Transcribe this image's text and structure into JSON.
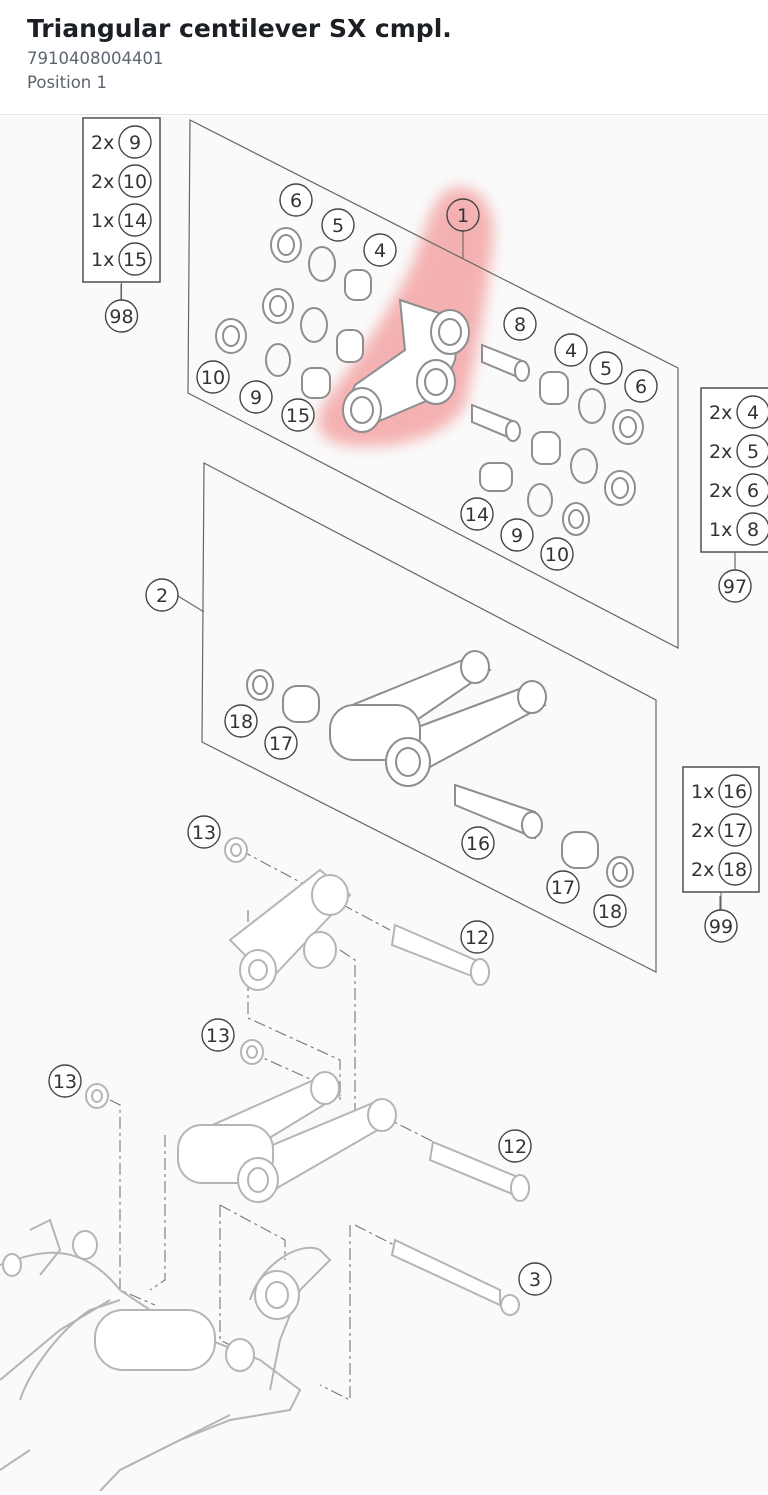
{
  "header": {
    "title": "Triangular centilever SX cmpl.",
    "part_number": "7910408004401",
    "position": "Position 1"
  },
  "diagram": {
    "highlight_color": "#f28b8b",
    "line_color": "#555555",
    "part_color": "#9a9a9a",
    "callouts": [
      {
        "id": "c1",
        "label": "1",
        "highlighted": true
      },
      {
        "id": "c6a",
        "label": "6"
      },
      {
        "id": "c5a",
        "label": "5"
      },
      {
        "id": "c4a",
        "label": "4"
      },
      {
        "id": "c10a",
        "label": "10"
      },
      {
        "id": "c9a",
        "label": "9"
      },
      {
        "id": "c15a",
        "label": "15"
      },
      {
        "id": "c8a",
        "label": "8"
      },
      {
        "id": "c4b",
        "label": "4"
      },
      {
        "id": "c5b",
        "label": "5"
      },
      {
        "id": "c6b",
        "label": "6"
      },
      {
        "id": "c14a",
        "label": "14"
      },
      {
        "id": "c9b",
        "label": "9"
      },
      {
        "id": "c10b",
        "label": "10"
      },
      {
        "id": "c2",
        "label": "2"
      },
      {
        "id": "c18a",
        "label": "18"
      },
      {
        "id": "c17a",
        "label": "17"
      },
      {
        "id": "c16a",
        "label": "16"
      },
      {
        "id": "c17b",
        "label": "17"
      },
      {
        "id": "c18b",
        "label": "18"
      },
      {
        "id": "c13a",
        "label": "13"
      },
      {
        "id": "c12a",
        "label": "12"
      },
      {
        "id": "c13b",
        "label": "13"
      },
      {
        "id": "c13c",
        "label": "13"
      },
      {
        "id": "c12b",
        "label": "12"
      },
      {
        "id": "c3",
        "label": "3"
      }
    ],
    "kits": [
      {
        "id": "98",
        "items": [
          {
            "qty": "2x",
            "part": "9"
          },
          {
            "qty": "2x",
            "part": "10"
          },
          {
            "qty": "1x",
            "part": "14"
          },
          {
            "qty": "1x",
            "part": "15"
          }
        ]
      },
      {
        "id": "97",
        "items": [
          {
            "qty": "2x",
            "part": "4"
          },
          {
            "qty": "2x",
            "part": "5"
          },
          {
            "qty": "2x",
            "part": "6"
          },
          {
            "qty": "1x",
            "part": "8"
          }
        ]
      },
      {
        "id": "99",
        "items": [
          {
            "qty": "1x",
            "part": "16"
          },
          {
            "qty": "2x",
            "part": "17"
          },
          {
            "qty": "2x",
            "part": "18"
          }
        ]
      }
    ]
  }
}
